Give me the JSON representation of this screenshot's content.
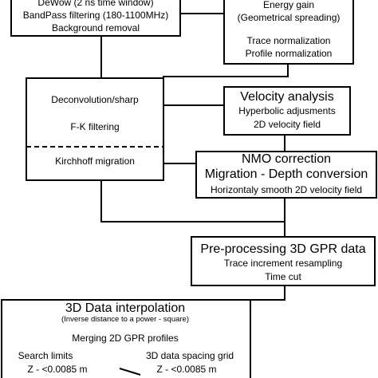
{
  "boxes": {
    "preprocess": {
      "line1": "DeWow (2 ns time window)",
      "line2": "BandPass filtering (180-1100MHz)",
      "line3": "Background removal"
    },
    "gain": {
      "line1": "Energy gain",
      "line2": "(Geometrical spreading)",
      "line3": "Trace normalization",
      "line4": "Profile normalization"
    },
    "filtering": {
      "line1": "Deconvolution/sharp",
      "line2": "F-K filtering",
      "line3": "Kirchhoff migration"
    },
    "velocity": {
      "title": "Velocity analysis",
      "line1": "Hyperbolic adjusments",
      "line2": "2D velocity field"
    },
    "nmo": {
      "title1": "NMO correction",
      "title2": "Migration - Depth conversion",
      "line1": "Horizontaly smooth 2D velocity field"
    },
    "preprocess3d": {
      "title": "Pre-processing 3D GPR data",
      "line1": "Trace increment resampling",
      "line2": "Time cut"
    },
    "interp": {
      "title": "3D Data interpolation",
      "subtitle": "(Inverse distance to a power - square)",
      "line1": "Merging 2D GPR profiles",
      "left_head": "Search limits",
      "right_head": "3D data spacing grid",
      "left_val": "Z - <0.0085 m",
      "right_val": "Z - <0.0085 m"
    }
  }
}
